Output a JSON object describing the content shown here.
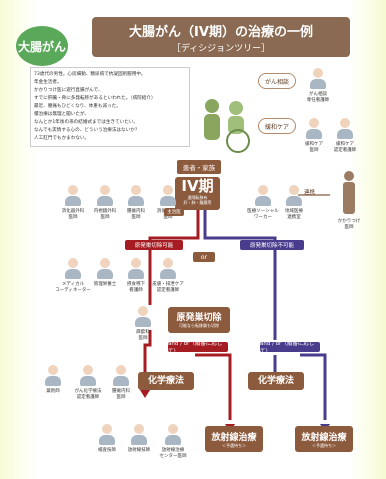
{
  "badge": "大腸がん",
  "title": "大腸がん（IV期）の治療の一例",
  "subtitle": "［ディシジョンツリー］",
  "story": [
    "73歳代の男性。心房細動、糖尿病で抗凝固剤服用中。",
    "年金生活者。",
    "かかりつけ医に遊行直腸がんで、",
    "すでに肝臓・骨に多発転移があるといわれた。（病院紹介）",
    "最近、腰痛もひどくなり、体重も減った。",
    "積治療は無理と聞いたが、",
    "なんとか1年後の孫の結婚式までは生きていたい。",
    "なんでも実情する心の、どういう治療法はないか？",
    "人工肛門でもかまわない。"
  ],
  "side_pills": {
    "cancer_consult": "がん相談",
    "palliative": "緩和ケア"
  },
  "side_staff": {
    "consult": "がん相談\n専任看護師",
    "palliative_doctor": "緩和ケア\n医師",
    "palliative_nurse": "緩和ケア\n認定看護師"
  },
  "patient_family": "患者・家族",
  "stage": {
    "main": "IV期",
    "sub": "遠隔転移有\n肝・肺・腹膜等"
  },
  "family_doctor": "かかりつけ\n医師",
  "collab": "連携",
  "top_staff": [
    "消化器外科\n医師",
    "内視鏡外科\n医師",
    "腫瘍内科\n医師",
    "消化器内科\n医師"
  ],
  "top_staff_badge": "主治医",
  "social_staff": [
    "医療ソーシャル\nワーカー",
    "地域医療\n連携室"
  ],
  "resectable": "原発巣切除可能",
  "unresectable": "原発巣切除不可能",
  "or": "or",
  "mid_staff": [
    "メディカル\nコーディネーター",
    "管理栄養士",
    "摂食嚥下\n看護師",
    "皮膚・排泄ケア\n認定看護師"
  ],
  "surgery_box": {
    "main": "原発巣切除",
    "sub": "可能なら転移巣も切除"
  },
  "surgeon": "麻酔科\n医師",
  "and_or_left": "and / or（順番に応じて）",
  "and_or_right": "and / or（順番に応じて）",
  "chemo_staff": [
    "薬剤師",
    "がん化学療法\n認定看護師",
    "腫瘍内科\n医師"
  ],
  "chemo_left": "化学療法",
  "chemo_right": "化学療法",
  "radio_left": {
    "main": "放射線治療",
    "sub": "＜予選待ち＞"
  },
  "radio_right": {
    "main": "放射線治療",
    "sub": "＜予選待ち＞"
  },
  "radio_staff": [
    "検査技師",
    "放射線技師",
    "放射線治療\nセンター医師"
  ]
}
